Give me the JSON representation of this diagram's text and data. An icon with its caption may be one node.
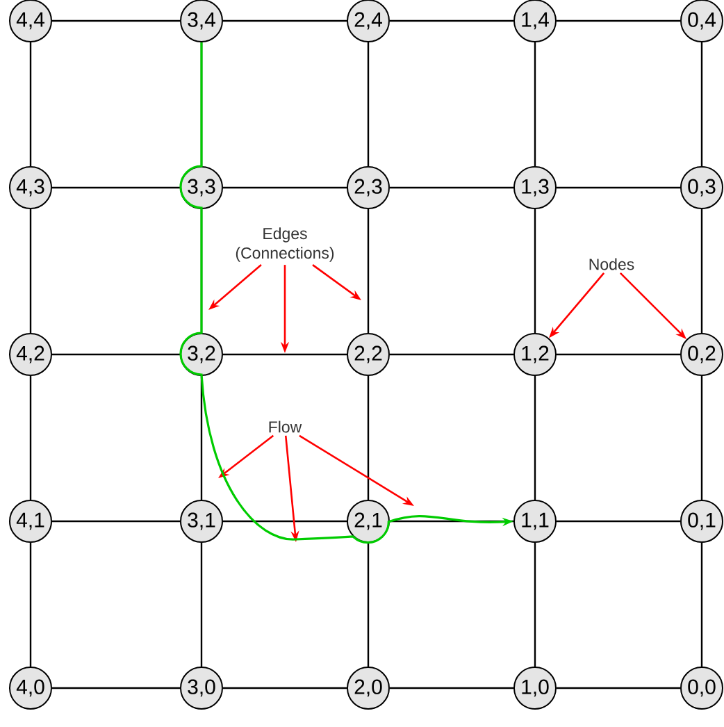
{
  "diagram": {
    "nodes": [
      {
        "text": [
          "4,4"
        ]
      },
      {
        "text": [
          "3,4"
        ]
      },
      {
        "text": [
          "2,4"
        ]
      },
      {
        "text": [
          "1,4"
        ]
      },
      {
        "text": [
          "0,4"
        ]
      },
      {
        "text": [
          "4,3"
        ]
      },
      {
        "text": [
          "3,3"
        ]
      },
      {
        "text": [
          "2,3"
        ]
      },
      {
        "text": [
          "1,3"
        ]
      },
      {
        "text": [
          "0,3"
        ]
      },
      {
        "text": [
          "4,2"
        ]
      },
      {
        "text": [
          "3,2"
        ]
      },
      {
        "text": [
          "2,2"
        ]
      },
      {
        "text": [
          "1,2"
        ]
      },
      {
        "text": [
          "0,2"
        ]
      },
      {
        "text": [
          "4,1"
        ]
      },
      {
        "text": [
          "3,1"
        ]
      },
      {
        "text": [
          "2,1"
        ]
      },
      {
        "text": [
          "1,1"
        ]
      },
      {
        "text": [
          "0,1"
        ]
      },
      {
        "text": [
          "4,0"
        ]
      },
      {
        "text": [
          "3,0"
        ]
      },
      {
        "text": [
          "2,0"
        ]
      },
      {
        "text": [
          "1,0"
        ]
      },
      {
        "text": [
          "0,0"
        ]
      },
      {
        "text": [
          "Edges (Connections)"
        ]
      },
      {
        "text": [
          "Nodes"
        ]
      },
      {
        "text": [
          "Flow"
        ]
      }
    ],
    "edges": [
      {
        "from": 0,
        "to": 1,
        "arrow": "none"
      },
      {
        "from": 1,
        "to": 2,
        "arrow": "none"
      },
      {
        "from": 2,
        "to": 3,
        "arrow": "none"
      },
      {
        "from": 3,
        "to": 4,
        "arrow": "none"
      },
      {
        "from": 5,
        "to": 6,
        "arrow": "none"
      },
      {
        "from": 6,
        "to": 7,
        "arrow": "none"
      },
      {
        "from": 7,
        "to": 8,
        "arrow": "none"
      },
      {
        "from": 8,
        "to": 9,
        "arrow": "none"
      },
      {
        "from": 10,
        "to": 11,
        "arrow": "none"
      },
      {
        "from": 11,
        "to": 12,
        "arrow": "none"
      },
      {
        "from": 12,
        "to": 13,
        "arrow": "none"
      },
      {
        "from": 13,
        "to": 14,
        "arrow": "none"
      },
      {
        "from": 15,
        "to": 16,
        "arrow": "none"
      },
      {
        "from": 16,
        "to": 17,
        "arrow": "none"
      },
      {
        "from": 17,
        "to": 18,
        "arrow": "none"
      },
      {
        "from": 18,
        "to": 19,
        "arrow": "none"
      },
      {
        "from": 20,
        "to": 21,
        "arrow": "none"
      },
      {
        "from": 21,
        "to": 22,
        "arrow": "none"
      },
      {
        "from": 22,
        "to": 23,
        "arrow": "none"
      },
      {
        "from": 23,
        "to": 24,
        "arrow": "none"
      },
      {
        "from": 0,
        "to": 5,
        "arrow": "none"
      },
      {
        "from": 1,
        "to": 6,
        "arrow": "none"
      },
      {
        "from": 2,
        "to": 7,
        "arrow": "none"
      },
      {
        "from": 3,
        "to": 8,
        "arrow": "none"
      },
      {
        "from": 4,
        "to": 9,
        "arrow": "none"
      },
      {
        "from": 5,
        "to": 10,
        "arrow": "none"
      },
      {
        "from": 6,
        "to": 11,
        "arrow": "none"
      },
      {
        "from": 7,
        "to": 12,
        "arrow": "none"
      },
      {
        "from": 8,
        "to": 13,
        "arrow": "none"
      },
      {
        "from": 9,
        "to": 14,
        "arrow": "none"
      },
      {
        "from": 10,
        "to": 15,
        "arrow": "none"
      },
      {
        "from": 11,
        "to": 16,
        "arrow": "none"
      },
      {
        "from": 12,
        "to": 17,
        "arrow": "none"
      },
      {
        "from": 13,
        "to": 18,
        "arrow": "none"
      },
      {
        "from": 14,
        "to": 19,
        "arrow": "none"
      },
      {
        "from": 15,
        "to": 20,
        "arrow": "none"
      },
      {
        "from": 16,
        "to": 21,
        "arrow": "none"
      },
      {
        "from": 17,
        "to": 22,
        "arrow": "none"
      },
      {
        "from": 18,
        "to": 23,
        "arrow": "none"
      },
      {
        "from": 19,
        "to": 24,
        "arrow": "none"
      },
      {
        "from": 25,
        "to": null,
        "arrow": "to",
        "color": "#ff0000"
      },
      {
        "from": 25,
        "to": null,
        "arrow": "to",
        "color": "#ff0000"
      },
      {
        "from": 25,
        "to": null,
        "arrow": "to",
        "color": "#ff0000"
      },
      {
        "from": 26,
        "to": 13,
        "arrow": "to",
        "color": "#ff0000"
      },
      {
        "from": 26,
        "to": 14,
        "arrow": "to",
        "color": "#ff0000"
      },
      {
        "from": 27,
        "to": null,
        "arrow": "to",
        "color": "#ff0000"
      },
      {
        "from": 27,
        "to": null,
        "arrow": "to",
        "color": "#ff0000"
      },
      {
        "from": 27,
        "to": null,
        "arrow": "to",
        "color": "#ff0000"
      },
      {
        "from": 1,
        "to": 18,
        "arrow": "to",
        "color": "#00cc00"
      }
    ]
  }
}
